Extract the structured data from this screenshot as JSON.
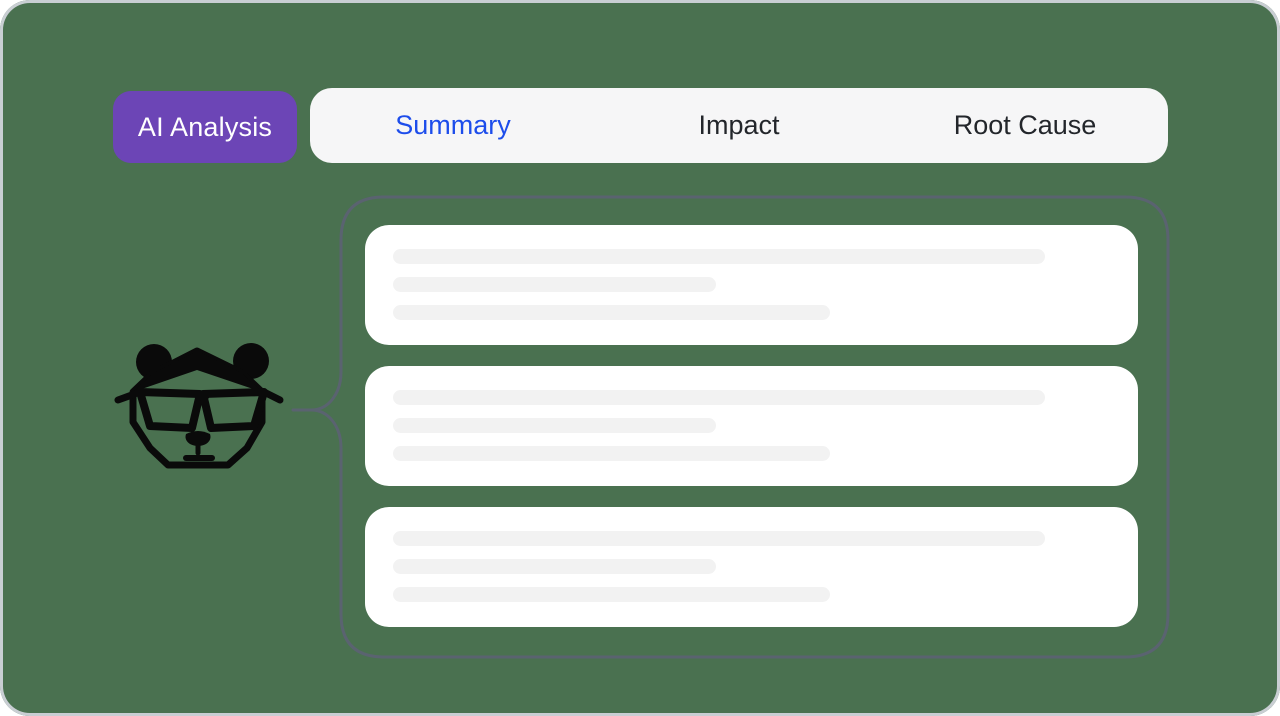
{
  "theme": {
    "bg_green": "#4A7150",
    "page_bg": "#FFFFFF",
    "panel_border": "#C9CED3",
    "badge_purple": "#6C45B6",
    "badge_text": "#FFFFFF",
    "tab_bar_bg": "#F6F6F7",
    "tab_active": "#1D4DEB",
    "tab_inactive": "#23262B",
    "bubble_border": "#5A6370",
    "card_bg": "#FFFFFF",
    "skeleton": "#F2F2F2",
    "icon_black": "#0A0A0A"
  },
  "ai_badge": {
    "label": "AI Analysis"
  },
  "tabs": [
    {
      "label": "Summary",
      "active": true
    },
    {
      "label": "Impact",
      "active": false
    },
    {
      "label": "Root Cause",
      "active": false
    }
  ],
  "mascot": {
    "icon": "panda-with-glasses-icon"
  },
  "content_cards": [
    {
      "lines": [
        "91%",
        "45%",
        "61%"
      ]
    },
    {
      "lines": [
        "91%",
        "45%",
        "61%"
      ]
    },
    {
      "lines": [
        "91%",
        "45%",
        "61%"
      ]
    }
  ]
}
